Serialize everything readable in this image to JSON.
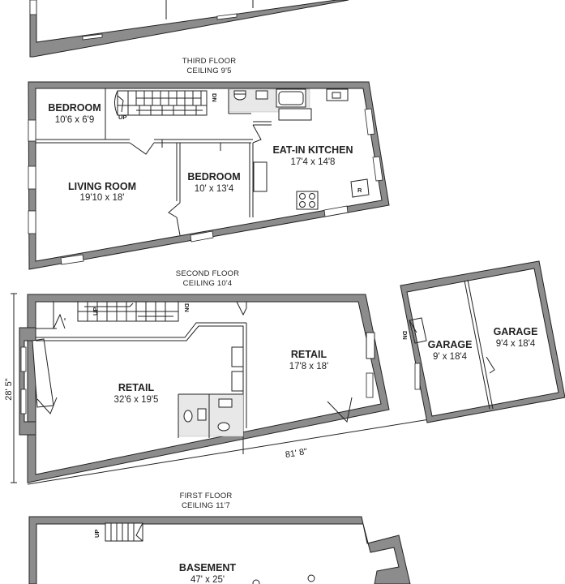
{
  "floors": {
    "third": {
      "title": "THIRD FLOOR",
      "ceiling": "CEILING 9'5",
      "rooms": [
        {
          "name": "BEDROOM",
          "dims": "10'6 x 6'9"
        },
        {
          "name": "LIVING ROOM",
          "dims": "19'10 x 18'"
        },
        {
          "name": "BEDROOM",
          "dims": "10' x 13'4"
        },
        {
          "name": "EAT-IN KITCHEN",
          "dims": "17'4 x 14'8"
        }
      ],
      "stair_up": "UP",
      "stair_down": "DN",
      "fridge": "R"
    },
    "second": {
      "title": "SECOND FLOOR",
      "ceiling": "CEILING 10'4",
      "rooms": [
        {
          "name": "RETAIL",
          "dims": "32'6 x 19'5"
        },
        {
          "name": "RETAIL",
          "dims": "17'8 x 18'"
        },
        {
          "name": "GARAGE",
          "dims": "9' x 18'4"
        },
        {
          "name": "GARAGE",
          "dims": "9'4 x 18'4"
        }
      ],
      "stair_up": "UP",
      "stair_down": "DN",
      "garage_stair_down": "DN",
      "width_label": "28' 5\"",
      "length_label": "81' 8\""
    },
    "first": {
      "title": "FIRST FLOOR",
      "ceiling": "CEILING 11'7",
      "stair_up": "UP",
      "rooms": [
        {
          "name": "BASEMENT",
          "dims": "47' x 25'"
        }
      ]
    }
  }
}
